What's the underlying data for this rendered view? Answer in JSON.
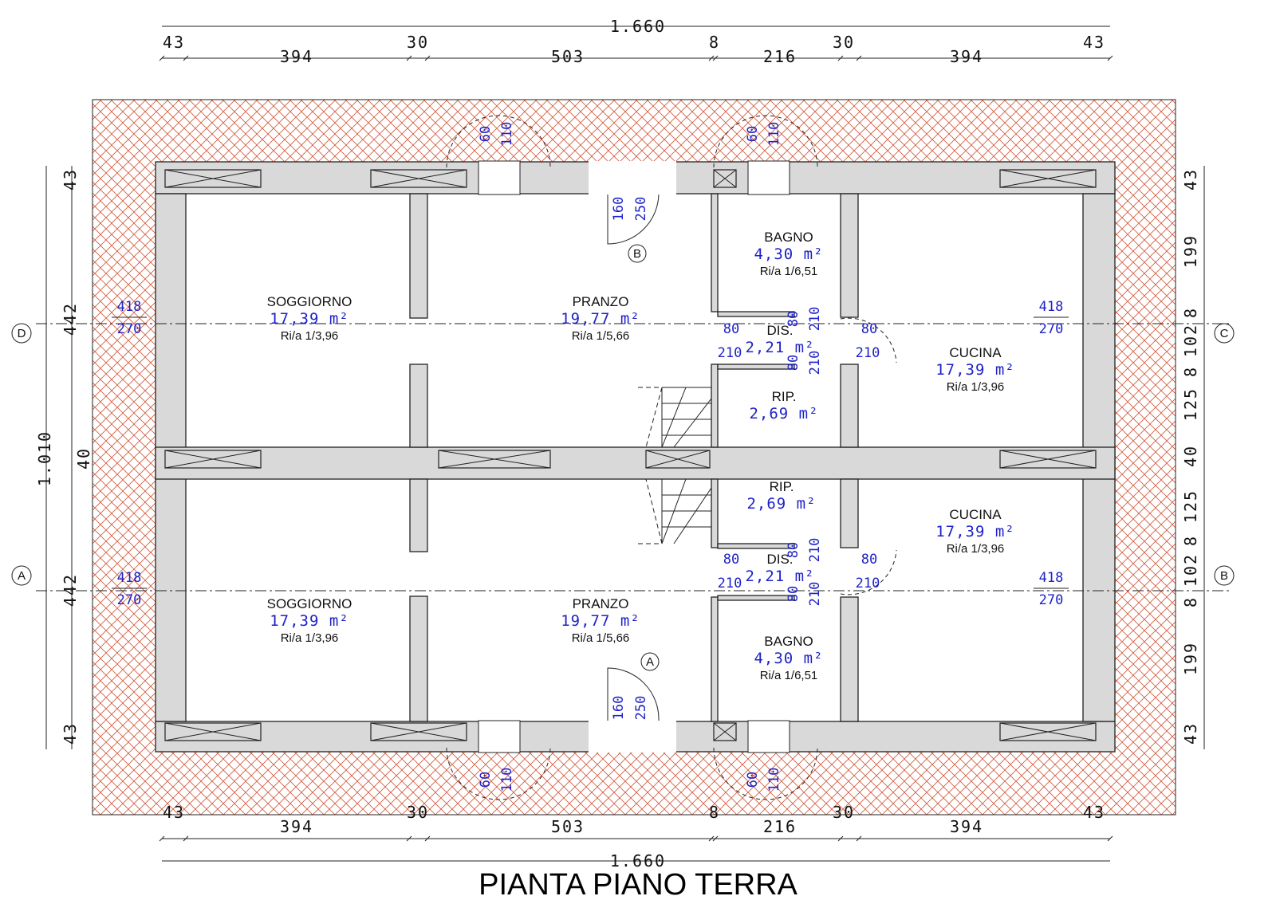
{
  "title": "PIANTA PIANO TERRA",
  "colors": {
    "hatch": "#d0573a",
    "wall_fill": "#d9d9d9",
    "blue_text": "#1e22c8"
  },
  "dimensions": {
    "total_width": "1.660",
    "total_height": "1.010",
    "top_segments": [
      "43",
      "394",
      "30",
      "503",
      "8",
      "216",
      "30",
      "394",
      "43"
    ],
    "left_segments": [
      "43",
      "442",
      "40",
      "442",
      "43"
    ],
    "right_segments": [
      "43",
      "199",
      "8",
      "102",
      "8",
      "125",
      "40",
      "125",
      "8",
      "102",
      "8",
      "199",
      "43"
    ]
  },
  "rooms": [
    {
      "name": "SOGGIORNO",
      "area": "17,39 m²",
      "ratio": "Ri/a 1/3,96"
    },
    {
      "name": "PRANZO",
      "area": "19,77 m²",
      "ratio": "Ri/a 1/5,66"
    },
    {
      "name": "BAGNO",
      "area": "4,30 m²",
      "ratio": "Ri/a 1/6,51"
    },
    {
      "name": "DIS.",
      "area": "2,21 m²"
    },
    {
      "name": "RIP.",
      "area": "2,69 m²"
    },
    {
      "name": "CUCINA",
      "area": "17,39 m²",
      "ratio": "Ri/a 1/3,96"
    },
    {
      "name": "SOGGIORNO",
      "area": "17,39 m²",
      "ratio": "Ri/a 1/3,96"
    },
    {
      "name": "PRANZO",
      "area": "19,77 m²",
      "ratio": "Ri/a 1/5,66"
    },
    {
      "name": "BAGNO",
      "area": "4,30 m²",
      "ratio": "Ri/a 1/6,51"
    },
    {
      "name": "DIS.",
      "area": "2,21 m²"
    },
    {
      "name": "RIP.",
      "area": "2,69 m²"
    },
    {
      "name": "CUCINA",
      "area": "17,39 m²",
      "ratio": "Ri/a 1/3,96"
    }
  ],
  "openings": {
    "window_w": "418",
    "window_h": "270",
    "door_main_w": "160",
    "door_main_h": "250",
    "door_int_w": "80",
    "door_int_h": "210",
    "small_win_w": "60",
    "small_win_h": "110"
  },
  "sections": [
    "A",
    "B",
    "C",
    "D"
  ]
}
